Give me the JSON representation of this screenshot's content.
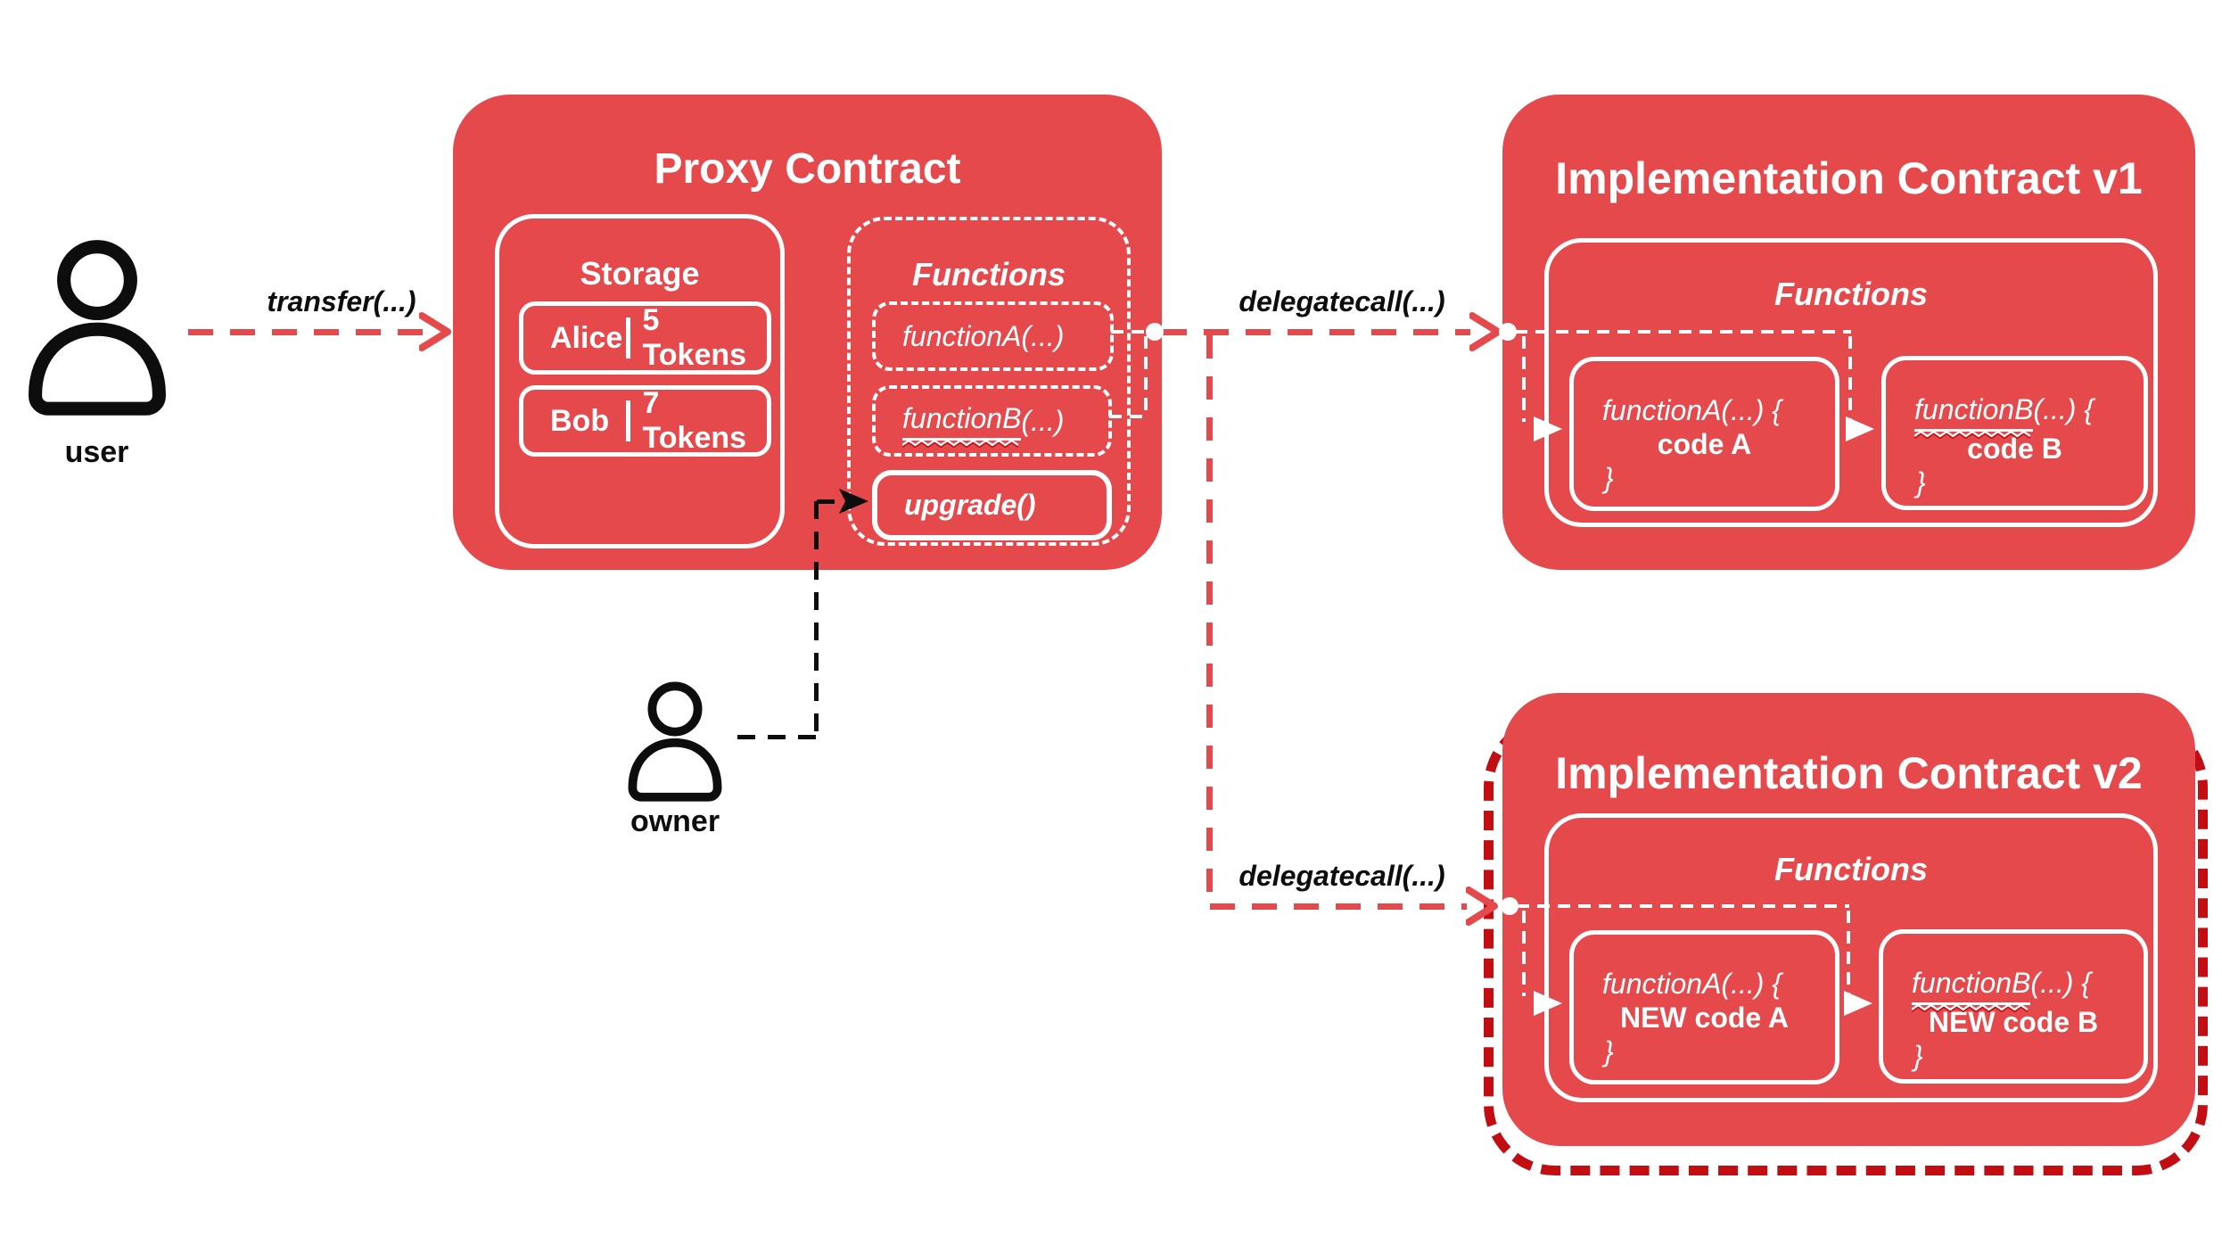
{
  "colors": {
    "contract_red": "#e6494c",
    "highlight_dark_red": "#c20d13",
    "line_black": "#0d0d0d",
    "white": "#ffffff"
  },
  "actors": {
    "user": {
      "label": "user"
    },
    "owner": {
      "label": "owner"
    }
  },
  "edges": {
    "transfer_label": "transfer(...)",
    "delegatecall_v1_label": "delegatecall(...)",
    "delegatecall_v2_label": "delegatecall(...)"
  },
  "proxy": {
    "title": "Proxy Contract",
    "storage": {
      "title": "Storage",
      "rows": [
        {
          "name": "Alice",
          "tokens": "5 Tokens"
        },
        {
          "name": "Bob",
          "tokens": "7 Tokens"
        }
      ]
    },
    "functions": {
      "title": "Functions",
      "fn_a": "functionA(...)",
      "fn_b_word": "functionB",
      "fn_b_rest": "(...)",
      "upgrade": "upgrade()"
    }
  },
  "implementation_v1": {
    "title": "Implementation Contract v1",
    "functions_title": "Functions",
    "fn_a": {
      "signature": "functionA(...) {",
      "body": "code A",
      "close": "}"
    },
    "fn_b": {
      "word": "functionB",
      "rest": "(...) {",
      "body": "code B",
      "close": "}"
    }
  },
  "implementation_v2": {
    "title": "Implementation Contract v2",
    "functions_title": "Functions",
    "fn_a": {
      "signature": "functionA(...) {",
      "body": "NEW code A",
      "close": "}"
    },
    "fn_b": {
      "word": "functionB",
      "rest": "(...) {",
      "body": "NEW code B",
      "close": "}"
    }
  }
}
